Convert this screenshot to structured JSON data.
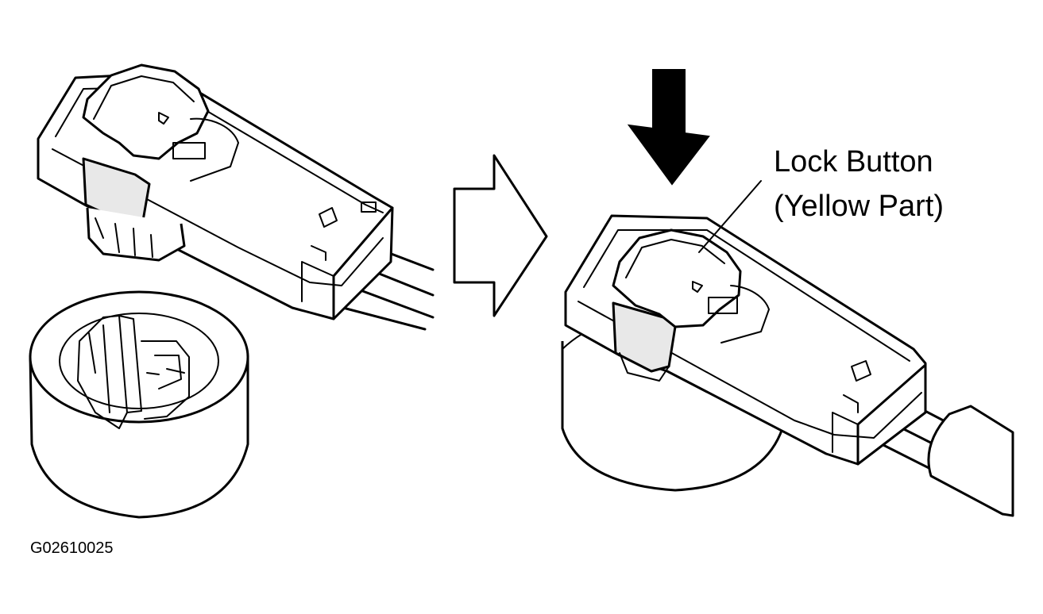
{
  "callout": {
    "line1": "Lock Button",
    "line2": "(Yellow Part)",
    "target": "lock-button"
  },
  "figure_code": "G02610025",
  "panels": [
    "connector-disconnected-from-sensor",
    "connector-locked-on-sensor"
  ],
  "arrows": [
    "transition-arrow",
    "press-down-arrow"
  ],
  "colors": {
    "line": "#000000",
    "background": "#ffffff"
  }
}
